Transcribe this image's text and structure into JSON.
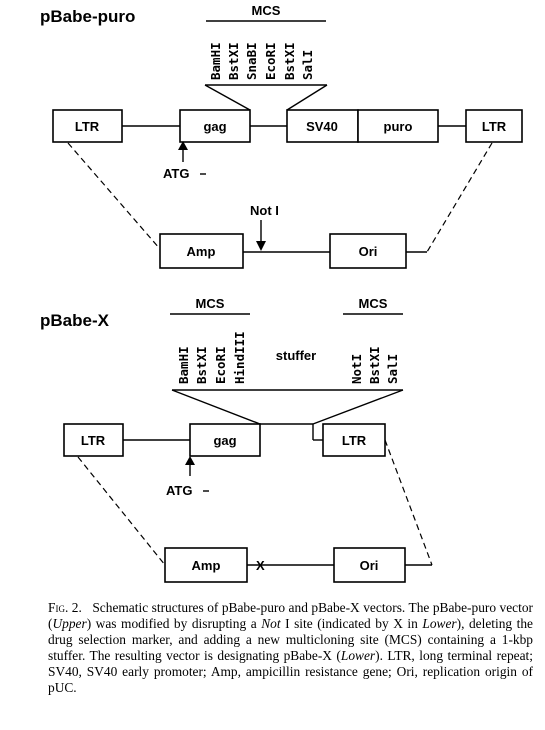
{
  "upper": {
    "title": "pBabe-puro",
    "mcs_label": "MCS",
    "sites": [
      "BamHI",
      "BstXI",
      "SnaBI",
      "EcoRI",
      "BstXI",
      "SalI"
    ],
    "boxes": {
      "ltr_left": "LTR",
      "gag": "gag",
      "sv40": "SV40",
      "puro": "puro",
      "ltr_right": "LTR",
      "amp": "Amp",
      "ori": "Ori"
    },
    "atg": "ATG",
    "not_label": "Not I"
  },
  "lower": {
    "title": "pBabe-X",
    "mcs1_label": "MCS",
    "mcs2_label": "MCS",
    "sites_left": [
      "BamHI",
      "BstXI",
      "EcoRI",
      "HindIII"
    ],
    "stuffer": "stuffer",
    "sites_right": [
      "NotI",
      "BstXI",
      "SalI"
    ],
    "boxes": {
      "ltr_left": "LTR",
      "gag": "gag",
      "ltr_right": "LTR",
      "amp": "Amp",
      "ori": "Ori"
    },
    "atg": "ATG",
    "x_mark": "X"
  },
  "caption": {
    "fig_label": "Fig. 2.",
    "line1": "Schematic structures of pBabe-puro and pBabe-X vectors.",
    "p1": "The pBabe-puro vector (",
    "upper_word": "Upper",
    "p2": ") was modified by disrupting a ",
    "not_word": "Not",
    "p3": " I site (indicated by X in ",
    "lower_word1": "Lower",
    "p4": "), deleting the drug selection marker, and adding a new multicloning site (MCS) containing a 1-kbp stuffer. The resulting vector is designating pBabe-X (",
    "lower_word2": "Lower",
    "p5": "). LTR, long terminal repeat; SV40, SV40 early promoter; Amp, ampicillin resistance gene; Ori, replication origin of pUC."
  }
}
